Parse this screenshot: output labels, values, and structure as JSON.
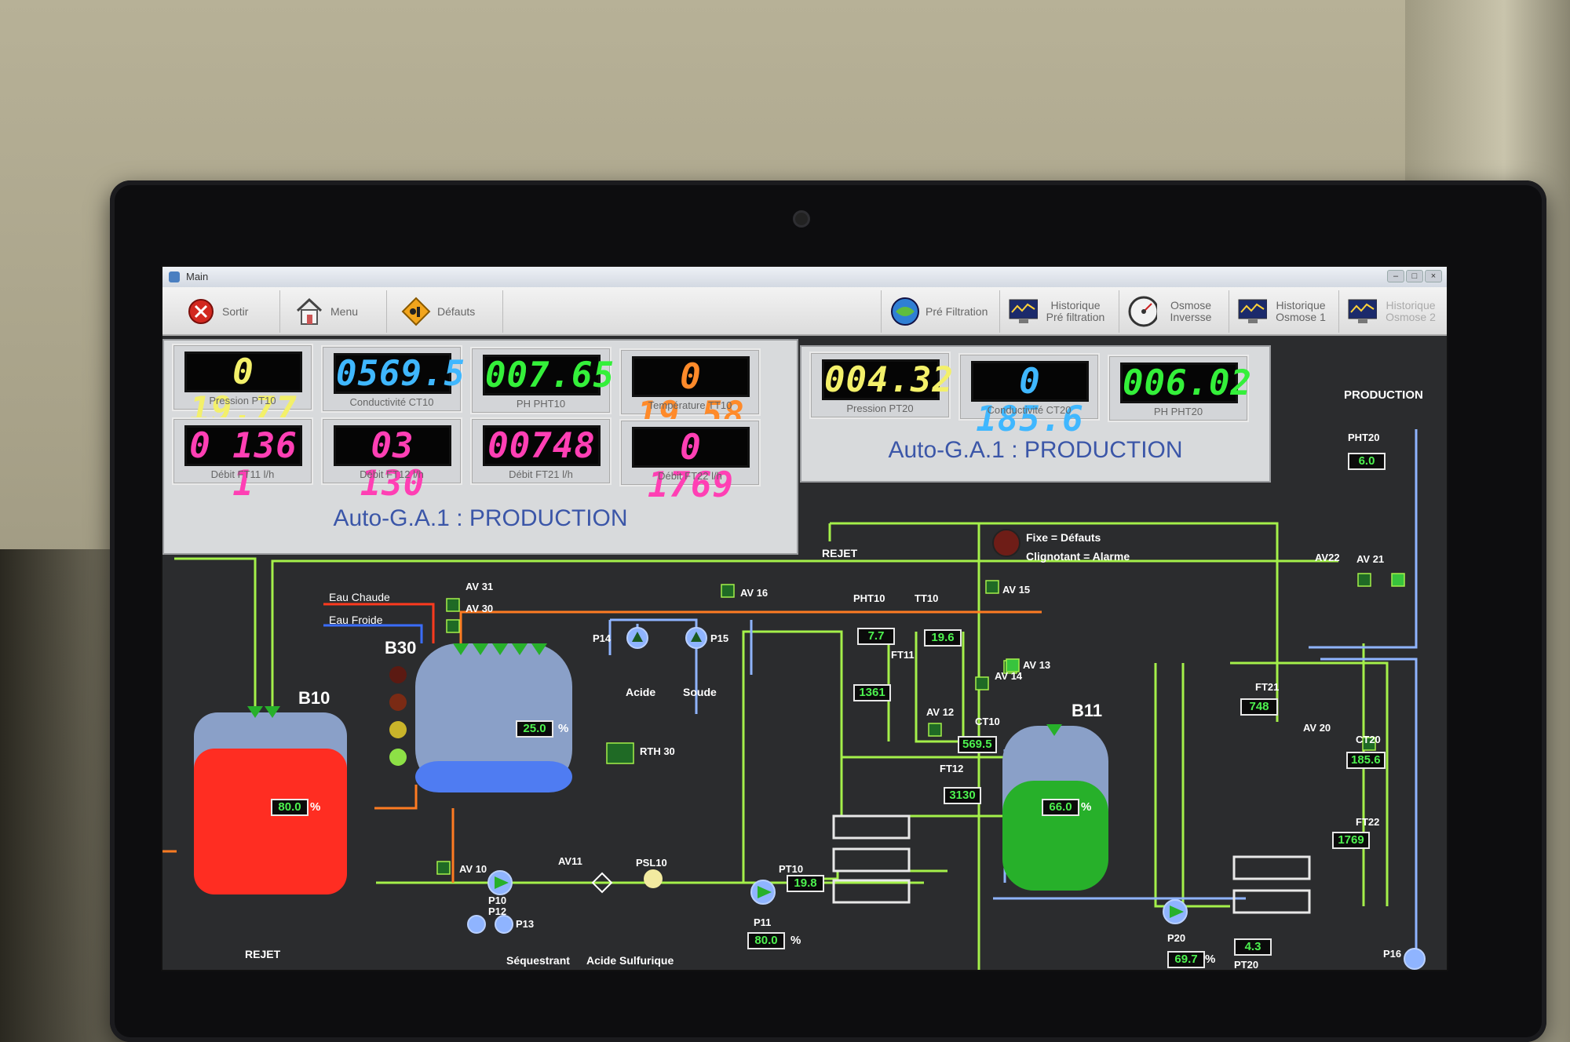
{
  "window": {
    "title": "Main"
  },
  "toolbar": {
    "exit_label": "Sortir",
    "menu_label": "Menu",
    "faults_label": "Défauts",
    "prefiltration_label": "Pré Filtration",
    "hist_prefiltration_label": "Historique Pré filtration",
    "reverse_osmosis_label": "Osmose Inversse",
    "hist_osmosis1_label": "Historique Osmose 1",
    "hist_osmosis2_label": "Historique Osmose 2"
  },
  "meters_left": [
    {
      "value": "0 19.77",
      "caption": "Pression PT10",
      "color": "#f3f06a"
    },
    {
      "value": "0569.5",
      "caption": "Conductivité CT10",
      "color": "#3fb7ff"
    },
    {
      "value": "007.65",
      "caption": "PH PHT10",
      "color": "#34f03a"
    },
    {
      "value": "0 19.58",
      "caption": "Température TT10",
      "color": "#ff8a2a"
    },
    {
      "value": "0 136 1",
      "caption": "Débit FT11 l/h",
      "color": "#ff3fb4"
    },
    {
      "value": "03 130",
      "caption": "Débit FT12 l/h",
      "color": "#ff3fb4"
    },
    {
      "value": "00748",
      "caption": "Débit FT21 l/h",
      "color": "#ff3fb4"
    },
    {
      "value": "0 1769",
      "caption": "Débit FT22 l/h",
      "color": "#ff3fb4"
    }
  ],
  "meters_right": [
    {
      "value": "004.32",
      "caption": "Pression PT20",
      "color": "#f3f06a"
    },
    {
      "value": "0 185.6",
      "caption": "Conductivité CT20",
      "color": "#3fb7ff"
    },
    {
      "value": "006.02",
      "caption": "PH PHT20",
      "color": "#34f03a"
    }
  ],
  "status_left": "Auto-G.A.1 : PRODUCTION",
  "status_right": "Auto-G.A.1 : PRODUCTION",
  "legend": {
    "fixed": "Fixe = Défauts",
    "blinking": "Clignotant = Alarme"
  },
  "labels": {
    "production": "PRODUCTION",
    "reject_top": "REJET",
    "reject_bottom": "REJET",
    "hot_water": "Eau Chaude",
    "cold_water": "Eau Froide",
    "b10": "B10",
    "b30": "B30",
    "b11": "B11",
    "acid": "Acide",
    "soda": "Soude",
    "soda_bottom": "Soude",
    "sequestrant": "Séquestrant",
    "sulfuric_acid": "Acide Sulfurique",
    "p14": "P14",
    "p15": "P15",
    "p10": "P10",
    "p12": "P12",
    "p13": "P13",
    "p11": "P11",
    "p20": "P20",
    "p16": "P16",
    "av31": "AV 31",
    "av30": "AV 30",
    "av16": "AV 16",
    "av15": "AV 15",
    "av14": "AV 14",
    "av13": "AV 13",
    "av12": "AV 12",
    "av11": "AV11",
    "av10": "AV 10",
    "av22": "AV22",
    "av21": "AV 21",
    "av20": "AV 20",
    "rth30": "RTH 30",
    "psl10": "PSL10",
    "pht10": "PHT10",
    "tt10": "TT10",
    "ft11": "FT11",
    "ct10": "CT10",
    "ft12": "FT12",
    "pt10": "PT10",
    "ft21": "FT21",
    "pht20": "PHT20",
    "ct20": "CT20",
    "ft22": "FT22",
    "pt20": "PT20"
  },
  "values": {
    "b10_level": "80.0",
    "b30_level": "25.0",
    "b11_level": "66.0",
    "pht10": "7.7",
    "tt10": "19.6",
    "ft11": "1361",
    "ct10": "569.5",
    "ft12": "3130",
    "pt10": "19.8",
    "p11": "80.0",
    "ft21": "748",
    "pht20": "6.0",
    "ct20": "185.6",
    "ft22": "1769",
    "p20": "69.7",
    "pt20": "4.3",
    "percent": "%"
  },
  "tank_levels": {
    "b10": 0.8,
    "b30": 0.25,
    "b11": 0.66
  },
  "colors": {
    "hot": "#ff3a1e",
    "cold": "#3a6dff",
    "process": "#a4f04a",
    "permeate": "#8fb4ff",
    "reject": "#ff7b22"
  }
}
